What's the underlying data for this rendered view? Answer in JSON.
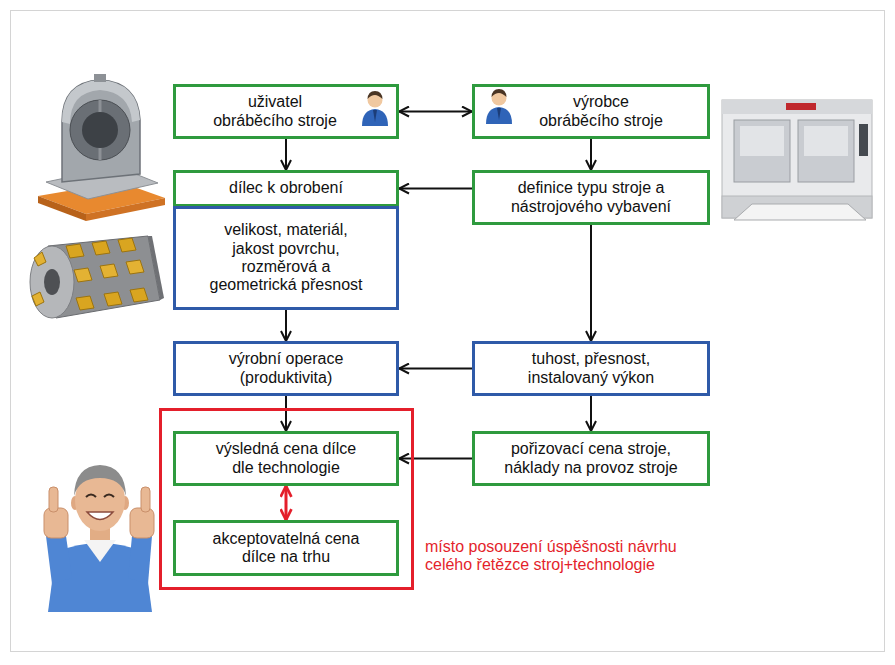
{
  "diagram": {
    "nodes": [
      {
        "text": [
          "uživatel obráběcího stroje"
        ]
      },
      {
        "text": [
          "výrobce obráběcího stroje"
        ]
      },
      {
        "text": [
          "dílec k obrobení"
        ]
      },
      {
        "text": [
          "velikost, materiál, jakost povrchu, rozměrová a geometrická přesnost"
        ]
      },
      {
        "text": [
          "definice typu stroje a nástrojového vybavení"
        ]
      },
      {
        "text": [
          "výrobní operace (produktivita)"
        ]
      },
      {
        "text": [
          "tuhost, přesnost, instalovaný výkon"
        ]
      },
      {
        "text": [
          "místo posouzení úspěšnosti návrhu celého řetězce stroj+technologie"
        ]
      },
      {
        "text": [
          "výsledná cena dílce dle technologie"
        ],
        "in": 7
      },
      {
        "text": [
          "pořizovací cena stroje, náklady na provoz stroje"
        ]
      },
      {
        "text": [
          "akceptovatelná cena dílce na trhu"
        ],
        "in": 7
      }
    ],
    "edges": [
      {
        "from": 0,
        "to": 1,
        "arrow": "both"
      },
      {
        "from": 0,
        "to": 2,
        "arrow": "to"
      },
      {
        "from": 1,
        "to": 4,
        "arrow": "to"
      },
      {
        "from": 4,
        "to": 2,
        "arrow": "to"
      },
      {
        "from": 3,
        "to": 5,
        "arrow": "to"
      },
      {
        "from": 4,
        "to": 6,
        "arrow": "to"
      },
      {
        "from": 6,
        "to": 5,
        "arrow": "to"
      },
      {
        "from": 5,
        "to": 8,
        "arrow": "to"
      },
      {
        "from": 6,
        "to": 9,
        "arrow": "to"
      },
      {
        "from": 9,
        "to": 8,
        "arrow": "to"
      },
      {
        "from": 8,
        "to": 10,
        "arrow": "both"
      }
    ]
  }
}
